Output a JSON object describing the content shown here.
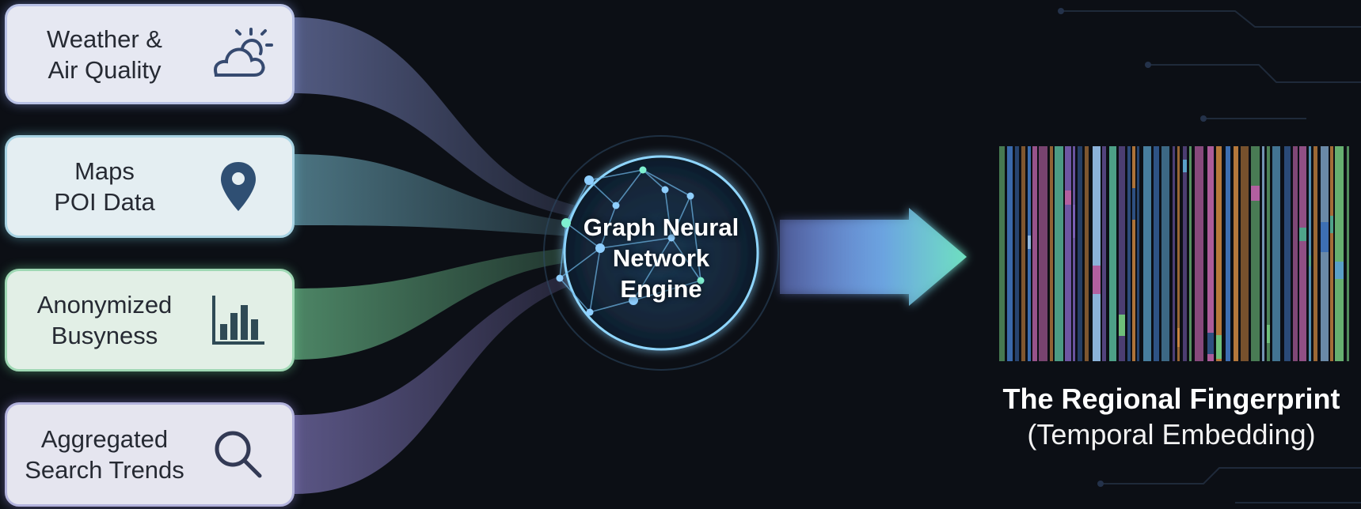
{
  "inputs": [
    {
      "label": "Weather &\nAir Quality",
      "icon": "cloud-sun-icon",
      "color": "#b9c2e6"
    },
    {
      "label": "Maps\nPOI Data",
      "icon": "map-pin-icon",
      "color": "#a8d3e3"
    },
    {
      "label": "Anonymized\nBusyness",
      "icon": "bar-chart-icon",
      "color": "#9fd8b4"
    },
    {
      "label": "Aggregated\nSearch Trends",
      "icon": "search-icon",
      "color": "#b3b3dd"
    }
  ],
  "engine": {
    "label": "Graph Neural\nNetwork\nEngine",
    "icon": "network-graph-icon"
  },
  "output": {
    "title": "The Regional Fingerprint",
    "subtitle": "(Temporal Embedding)",
    "arrow_colors": [
      "#7a8ff0",
      "#6fe0c0"
    ],
    "stripe_palette": [
      "#3d6fb3",
      "#5aa0c8",
      "#4fa38a",
      "#7a5fb5",
      "#b25fa0",
      "#6fbf7a",
      "#c8843f",
      "#2e4f80",
      "#8fb8e0"
    ]
  },
  "colors": {
    "background": "#0c0f15",
    "flow_weather": "#8a97d8",
    "flow_maps": "#7fc6da",
    "flow_busy": "#77d39a",
    "flow_search": "#9a8fe0"
  }
}
